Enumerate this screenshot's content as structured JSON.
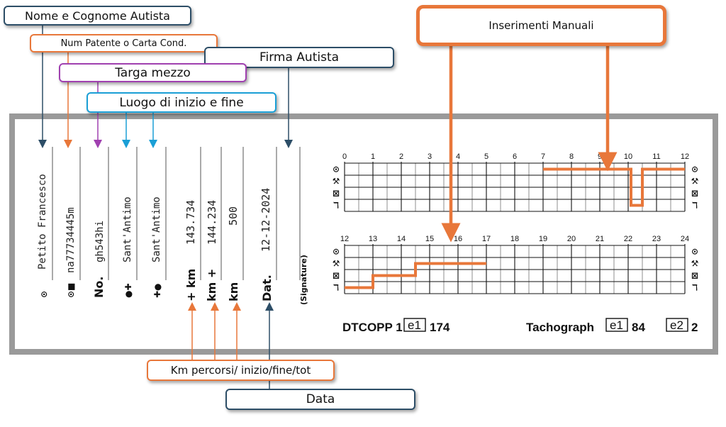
{
  "labels": {
    "driver_name": "Nome e Cognome Autista",
    "license": "Num Patente o Carta Cond.",
    "plate": "Targa mezzo",
    "place": "Luogo di inizio e fine",
    "signature": "Firma Autista",
    "manual": "Inserimenti Manuali",
    "km": "Km percorsi/ inizio/fine/tot",
    "date": "Data"
  },
  "form": {
    "name_value": "Petito Francesco",
    "license_value": "na77734445m",
    "plate_prefix": "No.",
    "plate_value": "gh543hi",
    "start_place": "Sant'Antimo",
    "end_place": "Sant'Antimo",
    "km_start_label": "km",
    "km_start": "143.734",
    "km_end_label": "km",
    "km_end": "144.234",
    "km_total_label": "km",
    "km_total": "500",
    "date_label": "Dat.",
    "date_value": "12-12-2024",
    "signature_label": "(Signature)"
  },
  "chart_data": {
    "type": "line",
    "rows": [
      "top_hours_0_12",
      "bottom_hours_12_24"
    ],
    "hours_top": [
      "0",
      "1",
      "2",
      "3",
      "4",
      "5",
      "6",
      "7",
      "8",
      "9",
      "10",
      "11",
      "12"
    ],
    "hours_bottom": [
      "12",
      "13",
      "14",
      "15",
      "16",
      "17",
      "18",
      "19",
      "20",
      "21",
      "22",
      "23",
      "24"
    ],
    "activity_icons": [
      "rest",
      "work",
      "availability",
      "driving"
    ],
    "series": [
      {
        "points": [
          [
            12,
            "driving"
          ],
          [
            12.1,
            "driving"
          ],
          [
            13,
            "driving"
          ],
          [
            13,
            "availability"
          ],
          [
            14.5,
            "availability"
          ],
          [
            14.5,
            "work"
          ],
          [
            17,
            "work"
          ]
        ]
      },
      {
        "points": [
          [
            7,
            "rest"
          ],
          [
            10.1,
            "rest"
          ],
          [
            10.1,
            "driving"
          ],
          [
            10.5,
            "driving"
          ],
          [
            10.5,
            "rest"
          ],
          [
            12,
            "rest"
          ]
        ]
      }
    ],
    "footer_left": "DTCOPP 1",
    "footer_left_mark": "e1",
    "footer_left_num": "174",
    "footer_right": "Tachograph",
    "footer_right_mark1": "e1",
    "footer_right_num1": "84",
    "footer_right_mark2": "e2",
    "footer_right_num2": "2",
    "line_color": "#e8773a"
  },
  "colors": {
    "navy": "#2d4e67",
    "orange": "#e8773a",
    "purple": "#a040b0",
    "cyan": "#1a9fd6"
  }
}
